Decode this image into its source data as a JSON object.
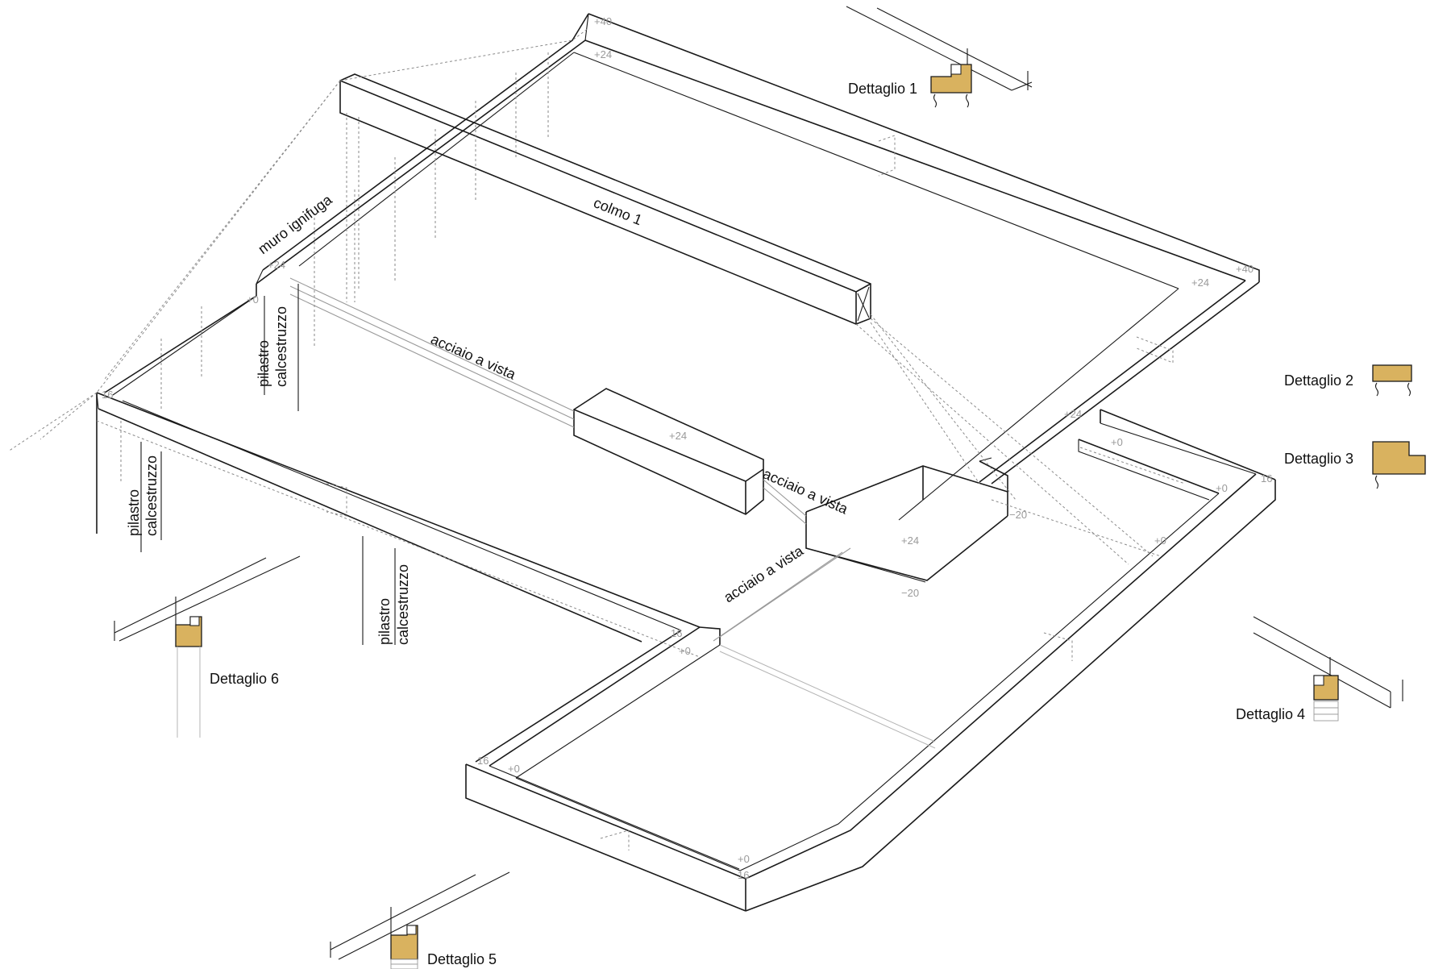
{
  "labels": {
    "colmo": "colmo 1",
    "muro": "muro ignifuga",
    "acciaio_1": "acciaio a vista",
    "acciaio_2": "acciaio a vista",
    "acciaio_3": "acciaio a vista",
    "pilastro_word": "pilastro",
    "calcestruzzo_word": "calcestruzzo"
  },
  "details": {
    "d1": "Dettaglio 1",
    "d2": "Dettaglio 2",
    "d3": "Dettaglio 3",
    "d4": "Dettaglio 4",
    "d5": "Dettaglio 5",
    "d6": "Dettaglio 6"
  },
  "levels": {
    "p40_top": "+40",
    "p24_top": "+24",
    "p40_right": "+40",
    "p24_right": "+24",
    "p24_mid": "+24",
    "p24_beam": "+24",
    "p24_block": "+24",
    "m20_a": "−20",
    "m20_b": "−20",
    "p24_left": "+24",
    "p0_left": "+0",
    "p16_left": "16",
    "p16_mid": "16",
    "p0_mid": "+0",
    "p0_lower": "+0",
    "p16_lower": "16",
    "p0_corner": "+0",
    "p16_corner": "16",
    "p0_bay": "+0",
    "p0_bay2": "+0",
    "p16_bay": "16",
    "p0_bay3": "+0"
  },
  "colors": {
    "line": "#1a1a1a",
    "hidden": "#8a8a8a",
    "wood": "#d9b25f",
    "level_text": "#9a9a9a"
  }
}
